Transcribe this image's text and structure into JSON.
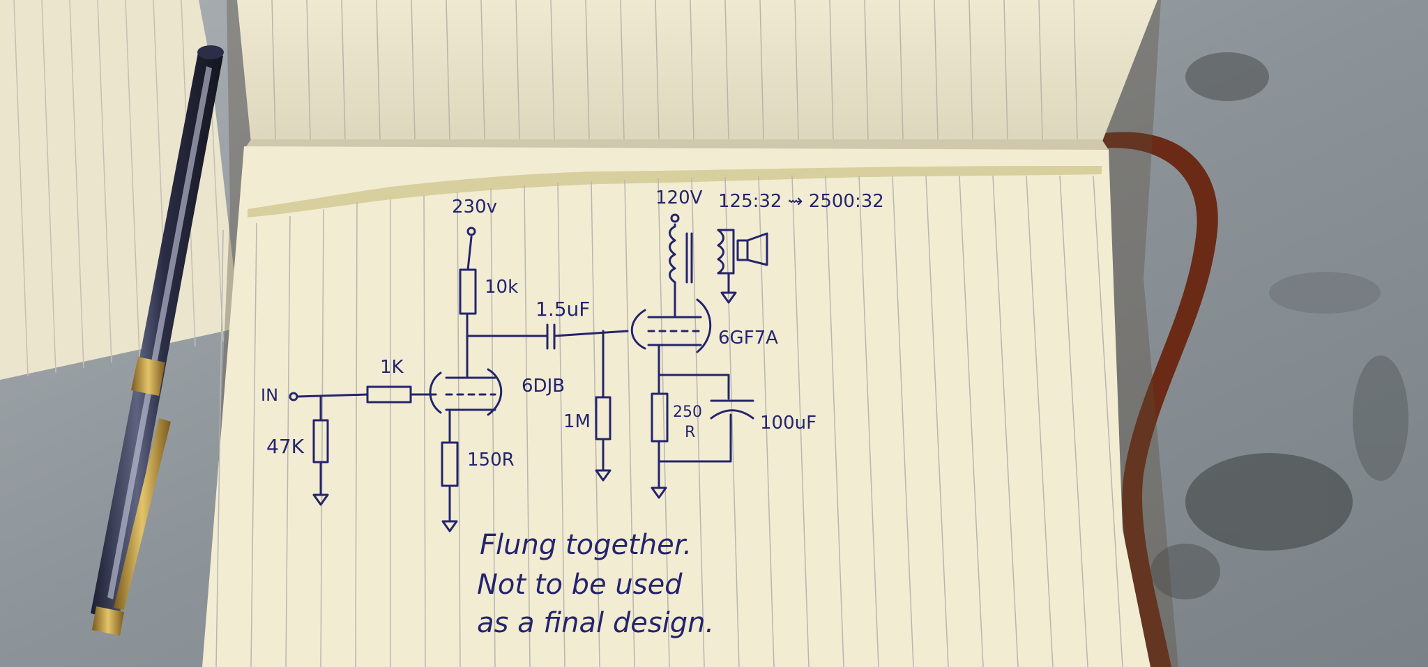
{
  "photo": {
    "subject": "notebook-with-schematic-and-pen",
    "colors": {
      "table": "#8e959b",
      "paper": "#f2ecd2",
      "page_lines": "#b7b6b0",
      "ink": "#24246e",
      "ribbon": "#6a2a15",
      "pen_body": "#2a2d45",
      "pen_gold": "#b8923a"
    }
  },
  "schematic": {
    "supply_1": "230v",
    "supply_2": "120V",
    "transformer_ratio": "125:32 ⇝ 2500:32",
    "plate_resistor": "10k",
    "coupling_cap": "1.5uF",
    "output_tube": "6GF7A",
    "input_label": "IN",
    "grid_resistor": "1K",
    "input_tube": "6DJB",
    "input_resistor": "47K",
    "cathode_resistor": "150R",
    "grid_leak": "1M",
    "cathode_resistor_2_top": "250",
    "cathode_resistor_2_bottom": "R",
    "bypass_cap": "100uF"
  },
  "note": {
    "line_1": "Flung together.",
    "line_2": "Not to be used",
    "line_3": "as a final design."
  }
}
